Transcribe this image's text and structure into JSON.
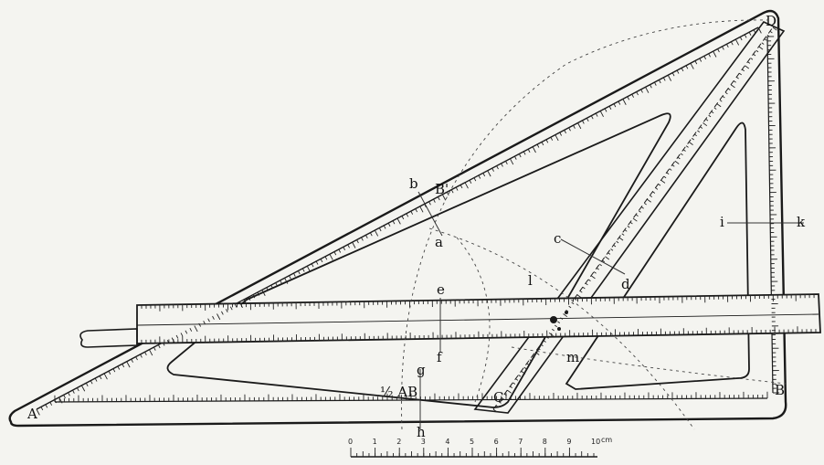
{
  "point_labels": {
    "A": "A",
    "B": "B",
    "C": "C",
    "D": "D",
    "Bprime": "B'",
    "a": "a",
    "b": "b",
    "c": "c",
    "d": "d",
    "e": "e",
    "f": "f",
    "g": "g",
    "h": "h",
    "i": "i",
    "k": "k",
    "l": "l",
    "m": "m",
    "half_ab": "½ AB"
  },
  "scale_bar": {
    "labels": [
      "0",
      "1",
      "2",
      "3",
      "4",
      "5",
      "6",
      "7",
      "8",
      "9",
      "10"
    ],
    "unit": "cm"
  },
  "colors": {
    "ink": "#1a1a1a",
    "paper": "#f4f4f0"
  }
}
